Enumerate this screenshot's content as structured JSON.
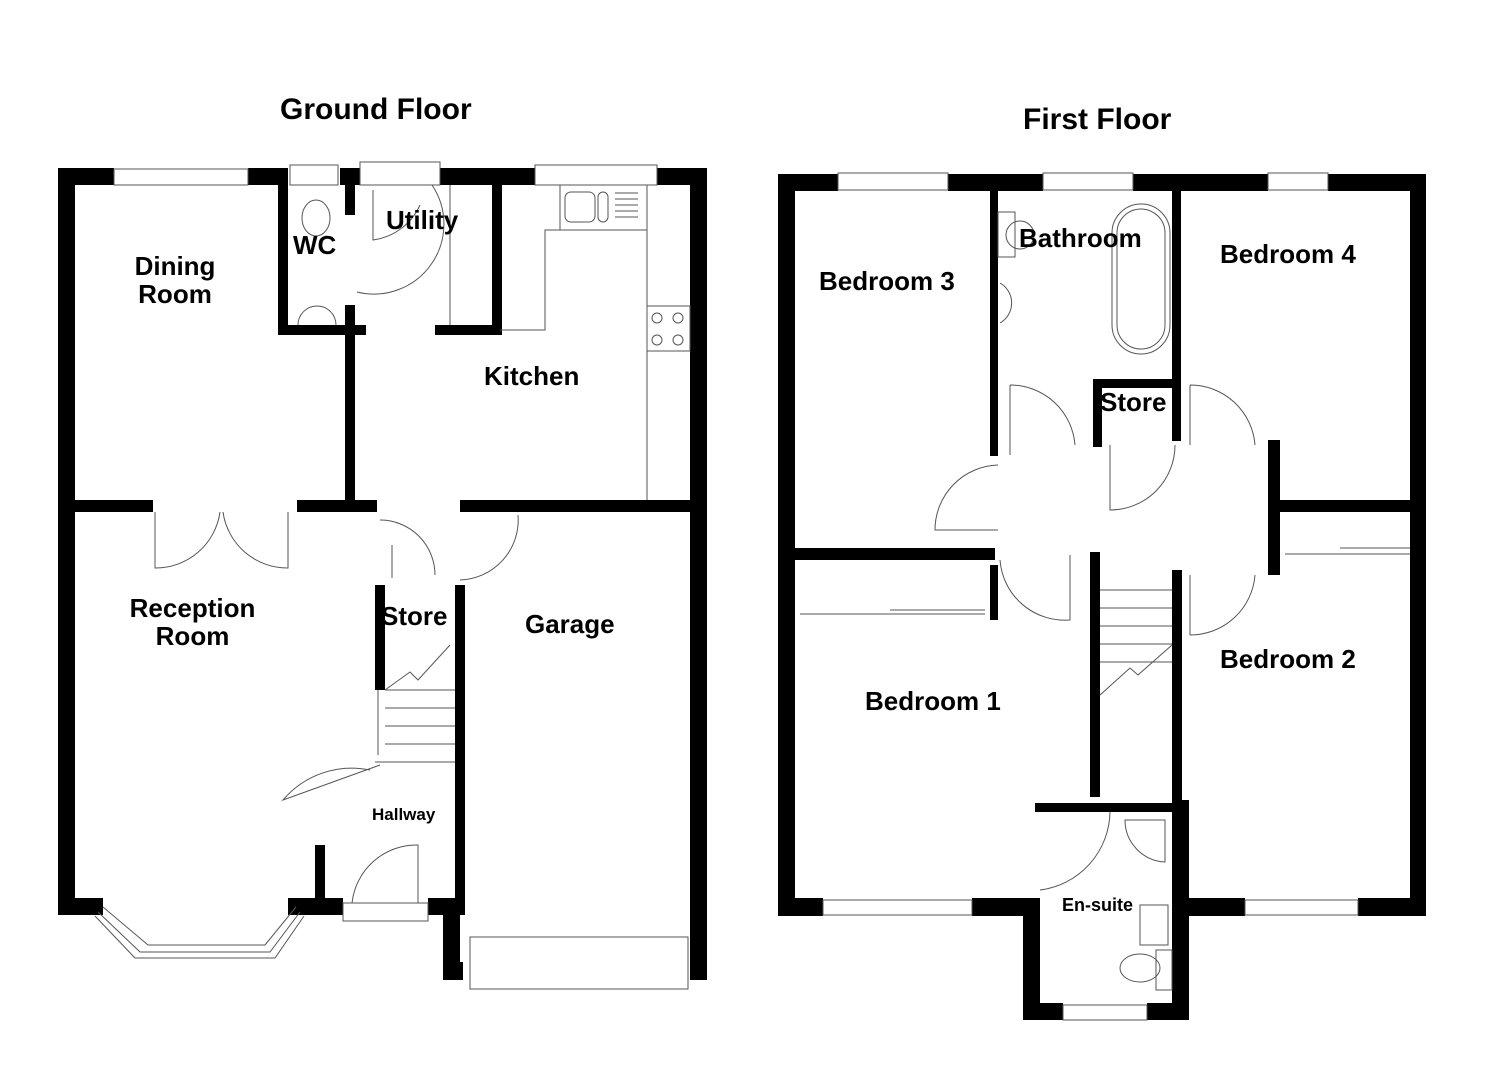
{
  "floors": {
    "ground": {
      "title": "Ground Floor",
      "rooms": {
        "dining": "Dining\nRoom",
        "dining_l1": "Dining",
        "dining_l2": "Room",
        "wc": "WC",
        "utility": "Utility",
        "kitchen": "Kitchen",
        "reception_l1": "Reception",
        "reception_l2": "Room",
        "store": "Store",
        "garage": "Garage",
        "hallway": "Hallway"
      }
    },
    "first": {
      "title": "First Floor",
      "rooms": {
        "bedroom3": "Bedroom 3",
        "bathroom": "Bathroom",
        "bedroom4": "Bedroom 4",
        "store": "Store",
        "bedroom1": "Bedroom 1",
        "bedroom2": "Bedroom 2",
        "ensuite": "En-suite"
      }
    }
  },
  "colors": {
    "wall": "#000000",
    "fixture_line": "#555555",
    "background": "#ffffff"
  }
}
